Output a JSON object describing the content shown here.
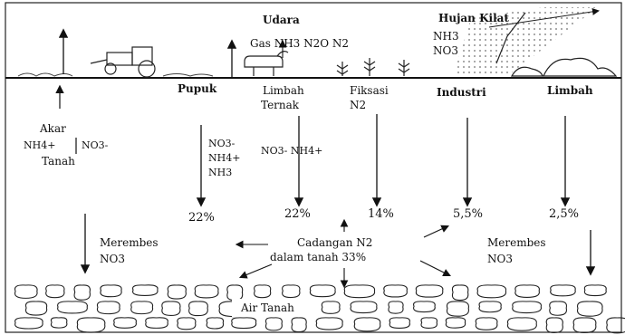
{
  "sky": {
    "udara": "Udara",
    "gas": "Gas NH3 N2O N2",
    "hujan_kilat": "Hujan Kilat",
    "rain_nh3": "NH3",
    "rain_no3": "NO3"
  },
  "sources": {
    "pupuk": "Pupuk",
    "limbah_ternak_1": "Limbah",
    "limbah_ternak_2": "Ternak",
    "fiksasi_1": "Fiksasi",
    "fiksasi_2": "N2",
    "industri": "Industri",
    "limbah": "Limbah"
  },
  "left": {
    "akar": "Akar",
    "nh4": "NH4+",
    "no3": "NO3-",
    "tanah": "Tanah"
  },
  "fertilizer_forms": [
    "NO3-",
    "NH4+",
    "NH3"
  ],
  "manure_forms": "NO3- NH4+",
  "percentages": {
    "pupuk": "22%",
    "limbah_ternak": "22%",
    "fiksasi": "14%",
    "industri": "5,5%",
    "limbah": "2,5%"
  },
  "reservoir": {
    "line1": "Cadangan N2",
    "line2": "dalam tanah 33%"
  },
  "leach_left": {
    "line1": "Merembes",
    "line2": "NO3"
  },
  "leach_right": {
    "line1": "Merembes",
    "line2": "NO3"
  },
  "groundwater": "Air Tanah"
}
